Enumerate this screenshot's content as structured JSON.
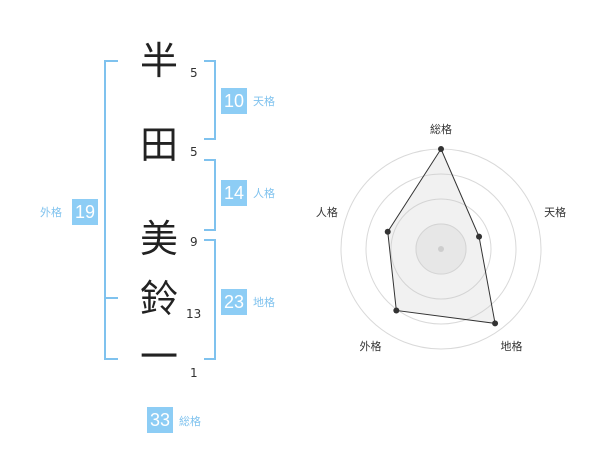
{
  "name": {
    "chars": [
      {
        "char": "半",
        "strokes": "5"
      },
      {
        "char": "田",
        "strokes": "5"
      },
      {
        "char": "美",
        "strokes": "9"
      },
      {
        "char": "鈴",
        "strokes": "13"
      },
      {
        "char": "一",
        "strokes": "1"
      }
    ]
  },
  "scores": {
    "tenkaku": {
      "value": "10",
      "label": "天格"
    },
    "jinkaku": {
      "value": "14",
      "label": "人格"
    },
    "chikaku": {
      "value": "23",
      "label": "地格"
    },
    "gaikaku": {
      "value": "19",
      "label": "外格"
    },
    "soukaku": {
      "value": "33",
      "label": "総格"
    }
  },
  "colors": {
    "accent": "#8dcdf5",
    "bracket": "#7fc2ee"
  },
  "chart_data": {
    "type": "radar",
    "axes": [
      "総格",
      "天格",
      "地格",
      "外格",
      "人格"
    ],
    "values": [
      33,
      10,
      23,
      19,
      14
    ],
    "rmax": 25,
    "rings": 4
  }
}
